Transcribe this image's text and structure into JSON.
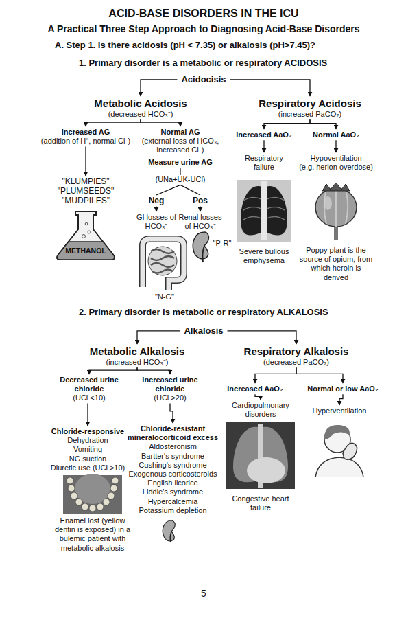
{
  "diagram": {
    "title": "ACID-BASE DISORDERS IN THE ICU",
    "nodes": [
      {
        "text": [
          "Acidocisis"
        ]
      },
      {
        "text": [
          "Metabolic Acidosis",
          "(decreased HCO₃⁻)"
        ]
      },
      {
        "text": [
          "Respiratory Acidosis",
          "(increased PaCO₂)"
        ]
      },
      {
        "text": [
          "Increased AG",
          "(addition of H⁺, normal Cl⁻)"
        ]
      },
      {
        "text": [
          "Normal AG",
          "(external loss of HCO₃, increased Cl⁻)"
        ]
      },
      {
        "text": [
          "Measure urine AG",
          "(UNa+UK-UCl)"
        ]
      },
      {
        "text": [
          "\"KLUMPIES\"",
          "\"PLUMSEEDS\"",
          "\"MUDPILES\""
        ]
      },
      {
        "text": [
          "Neg"
        ]
      },
      {
        "text": [
          "Pos"
        ]
      },
      {
        "text": [
          "GI losses of HCO₃⁻"
        ]
      },
      {
        "text": [
          "Renal losses of HCO₃⁻"
        ]
      },
      {
        "text": [
          "Increased AaO₂"
        ]
      },
      {
        "text": [
          "Normal AaO₂"
        ]
      },
      {
        "text": [
          "Respiratory failure"
        ]
      },
      {
        "text": [
          "Hypoventilation",
          "(e.g. herion overdose)"
        ]
      },
      {
        "text": [
          "Alkalosis"
        ]
      },
      {
        "text": [
          "Metabolic Alkalosis",
          "(increased HCO₃⁻)"
        ]
      },
      {
        "text": [
          "Respiratory Alkalosis",
          "(decreased PaCO₂)"
        ]
      },
      {
        "text": [
          "Decreased urine chloride",
          "(UCl <10)"
        ]
      },
      {
        "text": [
          "Increased urine chloride",
          "(UCl >20)"
        ]
      },
      {
        "text": [
          "Increased AaO₂"
        ]
      },
      {
        "text": [
          "Normal or low AaO₂"
        ]
      },
      {
        "text": [
          "Cardiopulmonary disorders"
        ]
      },
      {
        "text": [
          "Hyperventilation"
        ]
      },
      {
        "text": [
          "Chloride-responsive",
          "Dehydration",
          "Vomiting",
          "NG suction",
          "Diuretic use (UCl >10)"
        ]
      },
      {
        "text": [
          "Chloride-resistant mineralocorticoid excess",
          "Aldosteronism",
          "Bartter's syndrome",
          "Cushing's syndrome",
          "Exogenous corticosteroids",
          "English licorice",
          "Liddle's syndrome",
          "Hypercalcemia",
          "Potassium depletion"
        ]
      }
    ],
    "edges": [
      {
        "from": 0,
        "to": 1,
        "arrow": "to"
      },
      {
        "from": 0,
        "to": 2,
        "arrow": "to"
      },
      {
        "from": 1,
        "to": 3,
        "arrow": "to"
      },
      {
        "from": 1,
        "to": 4,
        "arrow": "to"
      },
      {
        "from": 3,
        "to": 6,
        "arrow": "to"
      },
      {
        "from": 5,
        "to": 7,
        "arrow": "none"
      },
      {
        "from": 5,
        "to": 8,
        "arrow": "none"
      },
      {
        "from": 7,
        "to": 9,
        "arrow": "to"
      },
      {
        "from": 8,
        "to": 10,
        "arrow": "to"
      },
      {
        "from": 2,
        "to": 11,
        "arrow": "to"
      },
      {
        "from": 2,
        "to": 12,
        "arrow": "to"
      },
      {
        "from": 11,
        "to": 13,
        "arrow": "to"
      },
      {
        "from": 12,
        "to": 14,
        "arrow": "to"
      },
      {
        "from": 15,
        "to": 16,
        "arrow": "to"
      },
      {
        "from": 15,
        "to": 17,
        "arrow": "to"
      },
      {
        "from": 16,
        "to": 18,
        "arrow": "to"
      },
      {
        "from": 16,
        "to": 19,
        "arrow": "to"
      },
      {
        "from": 17,
        "to": 20,
        "arrow": "to"
      },
      {
        "from": 17,
        "to": 21,
        "arrow": "to"
      },
      {
        "from": 18,
        "to": 24,
        "arrow": "to"
      },
      {
        "from": 19,
        "to": 25,
        "arrow": "to"
      },
      {
        "from": 20,
        "to": 22,
        "arrow": "to"
      },
      {
        "from": 21,
        "to": 23,
        "arrow": "to"
      }
    ],
    "labels": [
      "A Practical Three Step Approach to Diagnosing Acid-Base Disorders",
      "A. Step 1. Is there acidosis (pH < 7.35) or alkalosis (pH>7.45)?",
      "1. Primary disorder is a metabolic or respiratory ACIDOSIS",
      "METHANOL",
      "\"N-G\"",
      "\"P-R\"",
      "Severe bullous emphysema",
      "Poppy plant is the source of opium, from which heroin is derived",
      "2. Primary disorder is metabolic or respiratory ALKALOSIS",
      "Enamel lost (yellow dentin is exposed) in a bulemic patient with metabolic alkalosis",
      "Congestive heart failure",
      "5"
    ]
  }
}
